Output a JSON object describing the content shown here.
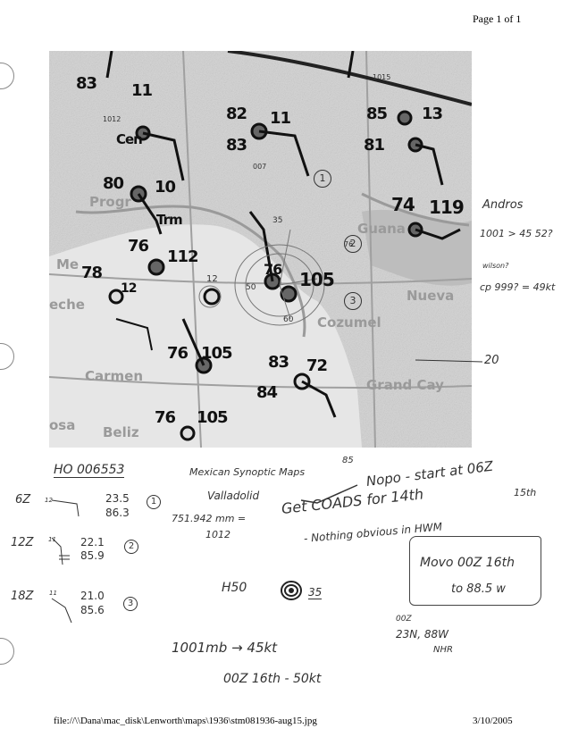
{
  "header": {
    "page_label": "Page 1 of 1"
  },
  "footer": {
    "file_path": "file://\\\\Dana\\mac_disk\\Lenworth\\maps\\1936\\stm081936-aug15.jpg",
    "date": "3/10/2005"
  },
  "map": {
    "places": [
      "Progr",
      "Me",
      "eche",
      "Carmen",
      "Guana",
      "Cozumel",
      "Nueva",
      "Grand Cay",
      "osa",
      "Beliz"
    ],
    "observations": [
      "83",
      "11",
      "Cen",
      "82",
      "11",
      "83",
      "85",
      "13",
      "81",
      "80",
      "10",
      "74",
      "119",
      "Trm",
      "76",
      "112",
      "78",
      "12",
      "76",
      "105",
      "83",
      "72",
      "84",
      "76",
      "105",
      "76",
      "105"
    ],
    "small_labels": [
      "1012",
      "007",
      "35",
      "50",
      "60",
      "12",
      "76",
      "1015"
    ],
    "circled": [
      "1",
      "2",
      "3"
    ]
  },
  "margin_notes": {
    "andros": "Andros",
    "pressure": "1001 > 45 52?",
    "pressure_sub": "wilson?",
    "cp": "cp 999? = 49kt",
    "twenty": "20"
  },
  "notes": {
    "ho_id": "HO 006553",
    "synoptic_title": "Mexican Synoptic Maps",
    "station": "Valladolid",
    "mm_line": "751.942 mm =",
    "mb_value": "1012",
    "eighty_five": "85",
    "nopo": "Nopo - start at 06Z",
    "nopo_15": "15th",
    "coads": "Get COADS for 14th",
    "hwm": "- Nothing obvious in HWM",
    "movo": "Movo 00Z 16th",
    "movo_2": "to 88.5 w",
    "h50": "H50",
    "h50_35": "35",
    "zero_z": "00Z",
    "pos_zero": "23N, 88W",
    "nhr": "NHR",
    "press_wind": "1001mb → 45kt",
    "oo_16": "00Z 16th - 50kt"
  },
  "positions": [
    {
      "time": "6Z",
      "ind": "12",
      "lat": "23.5",
      "lon": "86.3",
      "num": "1"
    },
    {
      "time": "12Z",
      "ind": "11",
      "lat": "22.1",
      "lon": "85.9",
      "num": "2"
    },
    {
      "time": "18Z",
      "ind": "11",
      "lat": "21.0",
      "lon": "85.6",
      "num": "3"
    }
  ]
}
